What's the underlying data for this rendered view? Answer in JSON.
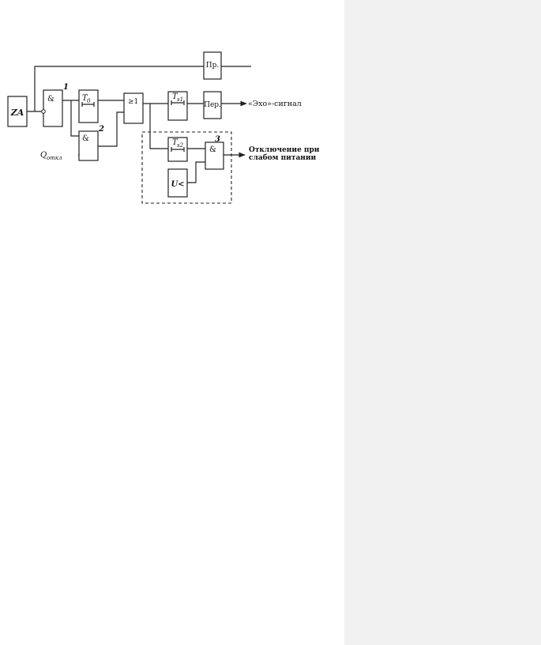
{
  "diagram": {
    "blocks": {
      "za": "ZA",
      "and1": "&",
      "and2": "&",
      "and3": "&",
      "or1": "≥1",
      "t0": "T",
      "t0_sub": "0",
      "ts1": "T",
      "ts1_sub": "s1",
      "ts2": "T",
      "ts2_sub": "s2",
      "pr": "Пр.",
      "per": "Пер.",
      "undervolt": "U<"
    },
    "numbers": {
      "n1": "1",
      "n2": "2",
      "n3": "3"
    },
    "labels": {
      "q": "Q",
      "q_sub": "откл",
      "echo": "«Эхо»-сигнал",
      "trip_line1": "Отключение при",
      "trip_line2": "слабом питании"
    }
  }
}
